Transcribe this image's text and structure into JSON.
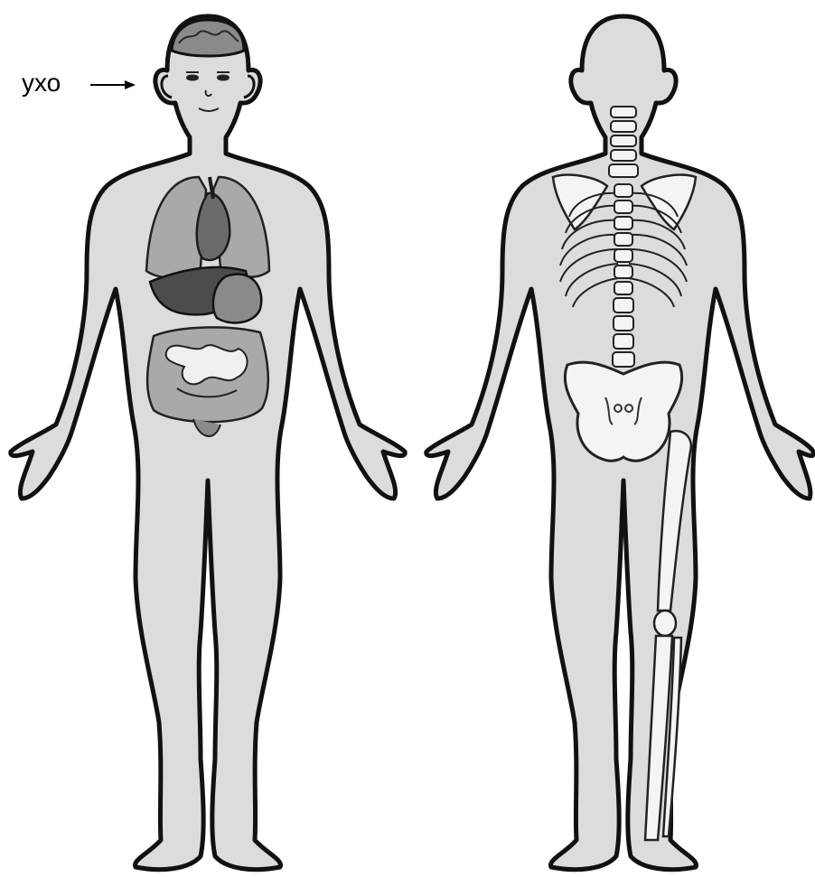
{
  "annotations": {
    "ear_label": "ухо"
  },
  "figures": {
    "front": {
      "shows": [
        "brain",
        "lungs",
        "heart",
        "liver",
        "stomach",
        "intestines"
      ]
    },
    "back": {
      "shows": [
        "spine",
        "ribs",
        "scapulae",
        "pelvis",
        "leg-bones"
      ]
    }
  },
  "colors": {
    "skin": "#dcdcdc",
    "outline": "#111111",
    "organ_light": "#a9a9a9",
    "organ_mid": "#8a8a8a",
    "organ_dark": "#4c4c4c",
    "bone": "#f4f4f4"
  }
}
